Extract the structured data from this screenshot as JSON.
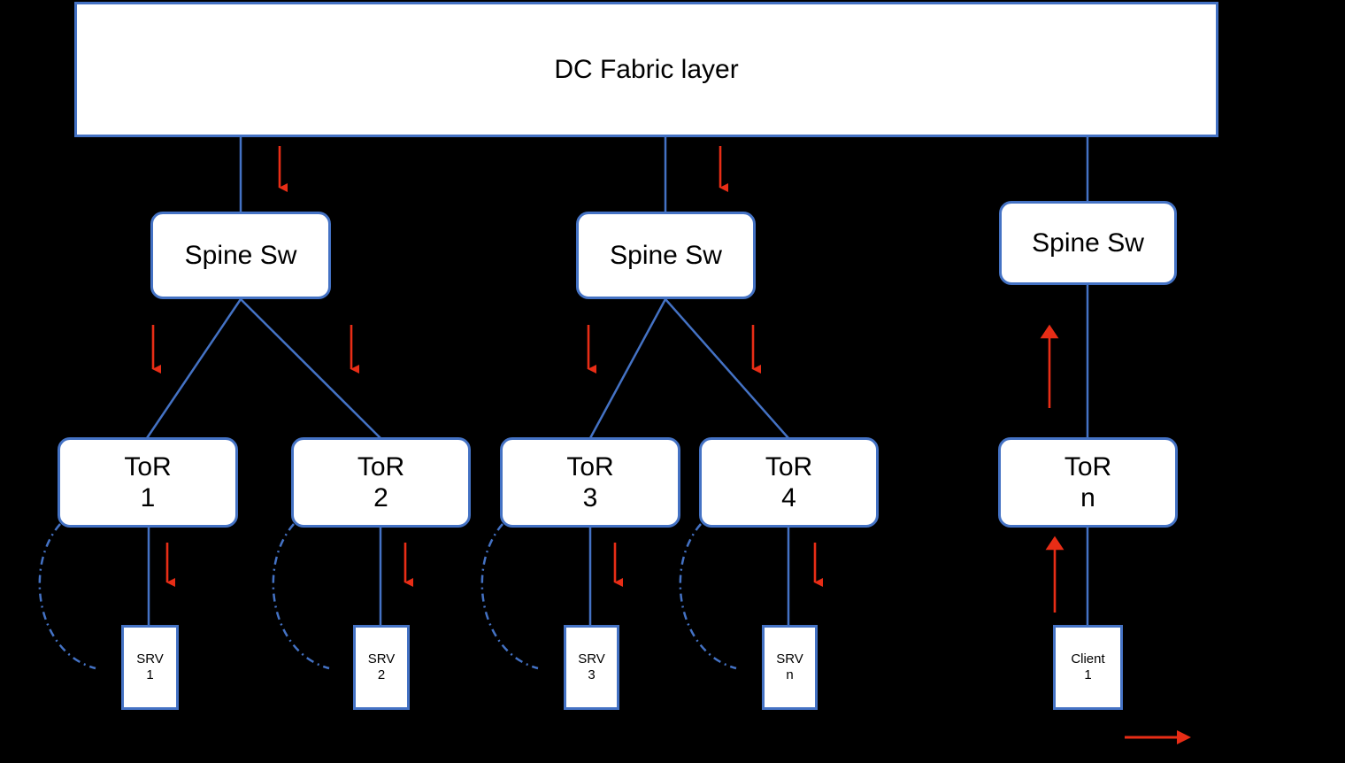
{
  "diagram": {
    "title": "DC Fabric layer",
    "background_color": "#000000",
    "node_fill": "#ffffff",
    "node_border_color": "#4472c4",
    "link_color": "#4472c4",
    "arrow_color": "#e82d16",
    "text_color": "#000000"
  },
  "fabric": {
    "label": "DC Fabric layer"
  },
  "spines": [
    {
      "label": "Spine Sw",
      "id": "spine-1"
    },
    {
      "label": "Spine Sw",
      "id": "spine-2"
    },
    {
      "label": "Spine Sw",
      "id": "spine-3"
    }
  ],
  "tors": [
    {
      "line1": "ToR",
      "line2": "1"
    },
    {
      "line1": "ToR",
      "line2": "2"
    },
    {
      "line1": "ToR",
      "line2": "3"
    },
    {
      "line1": "ToR",
      "line2": "4"
    },
    {
      "line1": "ToR",
      "line2": "n"
    }
  ],
  "endpoints": [
    {
      "line1": "SRV",
      "line2": "1"
    },
    {
      "line1": "SRV",
      "line2": "2"
    },
    {
      "line1": "SRV",
      "line2": "3"
    },
    {
      "line1": "SRV",
      "line2": "n"
    },
    {
      "line1": "Client",
      "line2": "1"
    }
  ],
  "flow_arrows": {
    "downstream_count": 10,
    "upstream_count": 2,
    "legend_arrow": "right"
  }
}
